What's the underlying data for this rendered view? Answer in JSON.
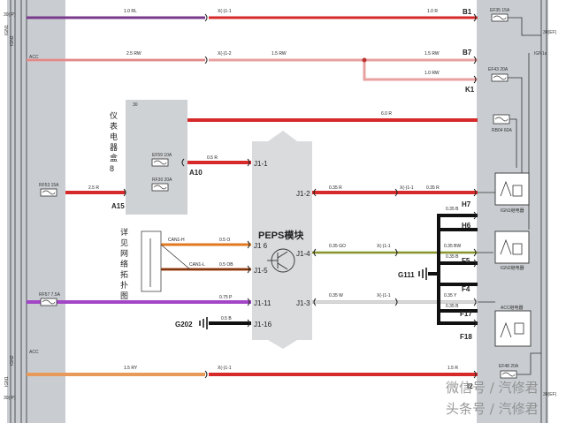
{
  "module": {
    "title": "PEPS模块"
  },
  "fuse_box": {
    "title_chars": [
      "仪",
      "表",
      "电",
      "器",
      "盒"
    ],
    "number": "8",
    "pin_top": "30"
  },
  "network_note": {
    "chars": [
      "详",
      "见",
      "网",
      "络",
      "拓",
      "扑",
      "图"
    ]
  },
  "left_bus_labels": [
    "IGN1",
    "IGN2",
    "ACC",
    "IGN2",
    "ACC",
    "IGN1",
    "30(IP)",
    "30(IP)"
  ],
  "right_bus_labels": [
    "30(EF)",
    "IGN1a",
    "30(EF)"
  ],
  "fuses_left": [
    {
      "name": "RF53 15A"
    },
    {
      "name": "RF57 7.5A"
    },
    {
      "name": "EF59 10A"
    },
    {
      "name": "RF30 20A"
    }
  ],
  "fuses_right": [
    {
      "name": "EF35 15A"
    },
    {
      "name": "EF43 20A"
    },
    {
      "name": "RB04 60A"
    },
    {
      "name": "EF48 20A"
    }
  ],
  "relays": [
    {
      "name": "IGN1继电器"
    },
    {
      "name": "IGN2继电器"
    },
    {
      "name": "ACC继电器"
    }
  ],
  "connectors": {
    "b1": "B1",
    "b7": "B7",
    "k1": "K1",
    "h7": "H7",
    "h6": "H6",
    "f5": "F5",
    "f4": "F4",
    "f17": "F17",
    "f18": "F18",
    "i2": "I2",
    "a10": "A10",
    "a15": "A15"
  },
  "pins": {
    "j1_1": "J1-1",
    "j1_2": "J1-2",
    "j1_6": "J1 6",
    "j1_5": "J1-5",
    "j1_4": "J1-4",
    "j1_3": "J1-3",
    "j1_11": "J1-11",
    "j1_16": "J1-16"
  },
  "grounds": {
    "g111": "G111",
    "g202": "G202"
  },
  "wires": [
    {
      "id": "w1",
      "label_left": "1.0 RL",
      "label_right": "1.0 R",
      "splice": "X(-)1-1",
      "color": "#d62a2a"
    },
    {
      "id": "w2",
      "label_left": "2.5 RW",
      "label_mid": "1.5 RW",
      "label_right": "1.5 RW",
      "splice": "X(-)1-2",
      "color": "#e8a0a0"
    },
    {
      "id": "w3",
      "label_right": "1.0 RW"
    },
    {
      "id": "w4",
      "label_mid": "6.0 R",
      "color": "#d62a2a"
    },
    {
      "id": "w5",
      "label": "0.5 R"
    },
    {
      "id": "w6",
      "label": "2.5 R"
    },
    {
      "id": "w7",
      "label_left": "0.35 R",
      "label_right": "0.35 R",
      "splice": "X(-)1-1"
    },
    {
      "id": "w8",
      "label": "0.5 O",
      "name": "CAN1-H"
    },
    {
      "id": "w9",
      "label": "0.5 OB",
      "name": "CAN1-L"
    },
    {
      "id": "w10",
      "label": "0.35 GO",
      "splice": "X(-)1-1",
      "label_right": "0.35 BW"
    },
    {
      "id": "w11",
      "label_left": "0.35 W",
      "splice": "X(-)1-1",
      "label_right": "0.35 Y"
    },
    {
      "id": "w12",
      "label": "0.75 P"
    },
    {
      "id": "w13",
      "label": "0.5 B"
    },
    {
      "id": "w14",
      "label_left": "1.5 RY",
      "splice": "X(-)1-1",
      "label_right": "1.5 R"
    }
  ],
  "wire_small": {
    "h7_b": "0.35 B",
    "f5_b": "0.35 B",
    "f17_b": "0.35 B"
  },
  "watermark": {
    "line1": "微信号 / 汽修君",
    "line2": "头条号 / 汽修君"
  }
}
